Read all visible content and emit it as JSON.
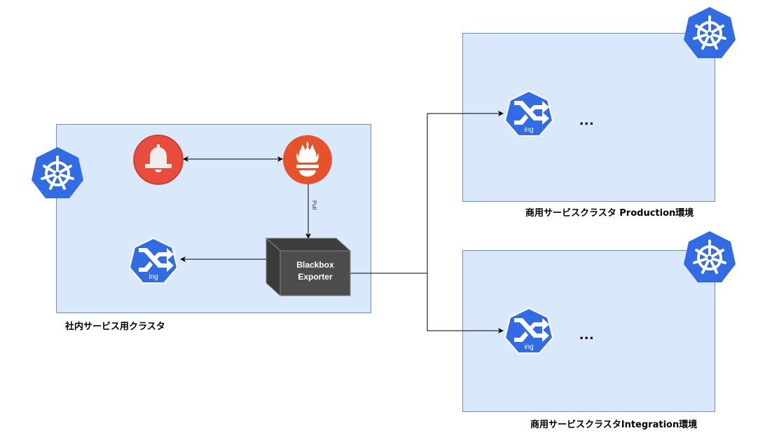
{
  "clusters": {
    "internal": {
      "label": "社内サービス用クラスタ"
    },
    "production": {
      "label": "商用サービスクラスタ Production環境",
      "ellipsis": "..."
    },
    "integration": {
      "label": "商用サービスクラスタIntegration環境",
      "ellipsis": "..."
    }
  },
  "nodes": {
    "alertmanager": {
      "icon": "bell-icon",
      "color": "#e74c3c"
    },
    "prometheus": {
      "icon": "prometheus-torch-icon",
      "color": "#e6522c"
    },
    "blackbox": {
      "line1": "Blackbox",
      "line2": "Exporter",
      "color": "#4d4d4d"
    },
    "ingress_label": "ing",
    "kubernetes_color": "#326ce5"
  },
  "edges": {
    "pull_label": "Pull"
  }
}
